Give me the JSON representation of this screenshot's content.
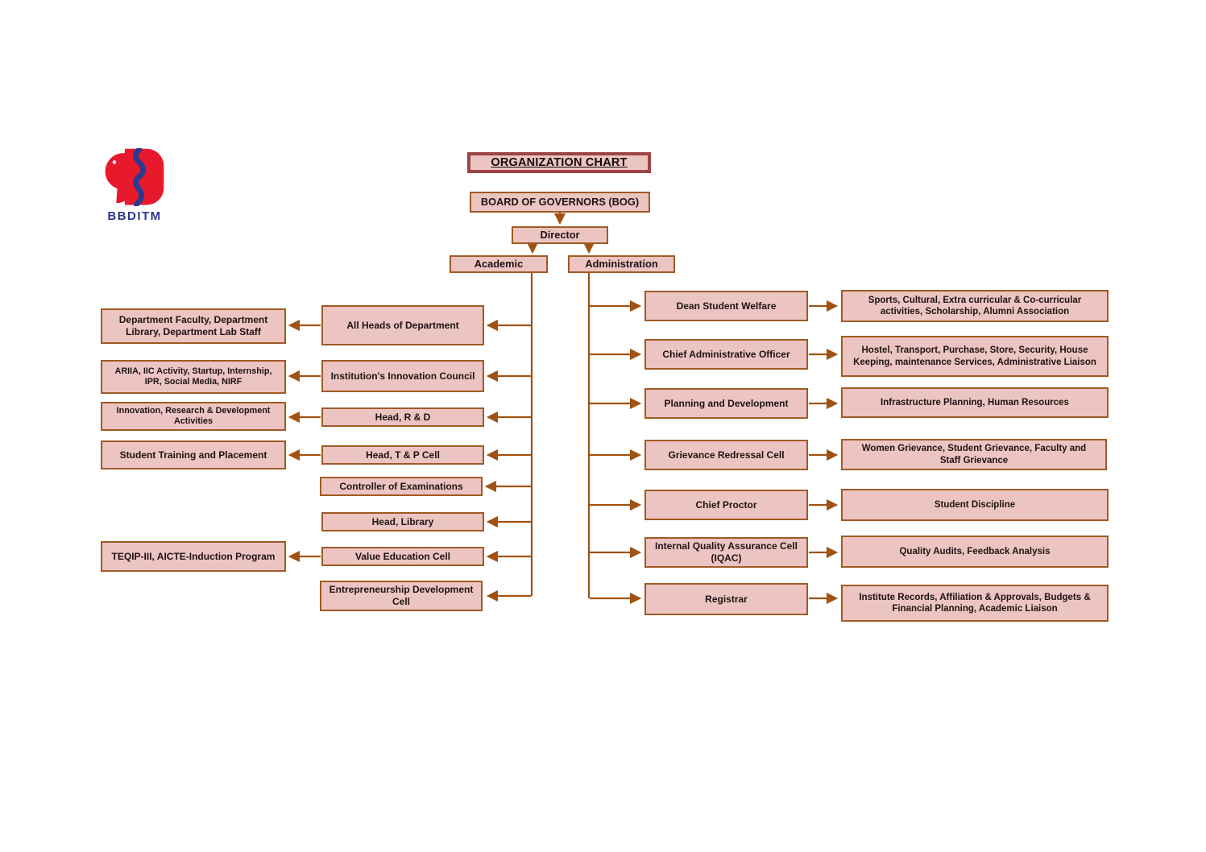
{
  "title": "ORGANIZATION CHART",
  "logo": {
    "text": "BBDITM"
  },
  "colors": {
    "box_fill": "#ecc5c2",
    "box_border": "#a05a24",
    "connector": "#a05212",
    "title_border": "#9d4444",
    "logo_red": "#e8192c",
    "logo_blue": "#2b3990"
  },
  "hierarchy": {
    "root": "BOARD OF GOVERNORS (BOG)",
    "director": "Director",
    "academic_label": "Academic",
    "administration_label": "Administration"
  },
  "academic": {
    "items": [
      {
        "label": "All Heads of Department",
        "desc": "Department Faculty, Department Library, Department Lab Staff"
      },
      {
        "label": "Institution's Innovation Council",
        "desc": "ARIIA, IIC Activity, Startup, Internship, IPR, Social Media, NIRF"
      },
      {
        "label": "Head, R & D",
        "desc": "Innovation, Research & Development Activities"
      },
      {
        "label": "Head, T & P Cell",
        "desc": "Student Training and Placement"
      },
      {
        "label": "Controller of Examinations"
      },
      {
        "label": "Head, Library"
      },
      {
        "label": "Value Education Cell",
        "desc": "TEQIP-III, AICTE-Induction Program"
      },
      {
        "label": "Entrepreneurship Development Cell"
      }
    ]
  },
  "administration": {
    "items": [
      {
        "label": "Dean Student Welfare",
        "desc": "Sports, Cultural, Extra curricular & Co-curricular activities, Scholarship, Alumni Association"
      },
      {
        "label": "Chief Administrative Officer",
        "desc": "Hostel, Transport, Purchase, Store, Security, House Keeping, maintenance Services, Administrative Liaison"
      },
      {
        "label": "Planning and Development",
        "desc": "Infrastructure Planning, Human Resources"
      },
      {
        "label": "Grievance Redressal Cell",
        "desc": "Women Grievance, Student Grievance, Faculty and Staff Grievance"
      },
      {
        "label": "Chief Proctor",
        "desc": "Student Discipline"
      },
      {
        "label": "Internal Quality Assurance Cell (IQAC)",
        "desc": "Quality Audits, Feedback Analysis"
      },
      {
        "label": "Registrar",
        "desc": "Institute Records, Affiliation & Approvals, Budgets & Financial Planning, Academic Liaison"
      }
    ]
  }
}
